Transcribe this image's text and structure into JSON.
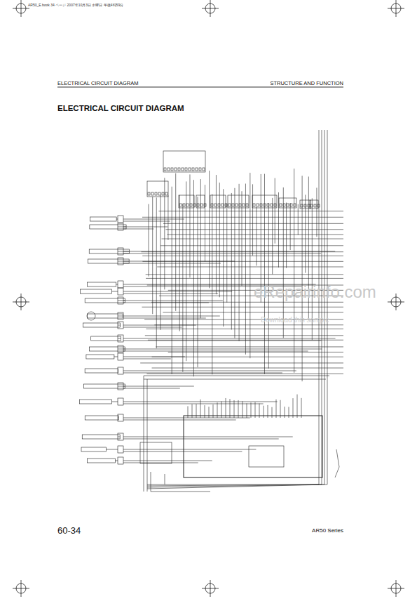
{
  "diagram": {
    "title": "ELECTRICAL CIRCUIT DIAGRAM",
    "labels": [
      "AR50_E.book 34 ページ 2007年10月3日 水曜日 午後4時59分",
      "ELECTRICAL CIRCUIT DIAGRAM",
      "STRUCTURE AND FUNCTION",
      "eRepairinfo.com",
      "Download this sample",
      "60-34",
      "AR50 Series"
    ]
  }
}
